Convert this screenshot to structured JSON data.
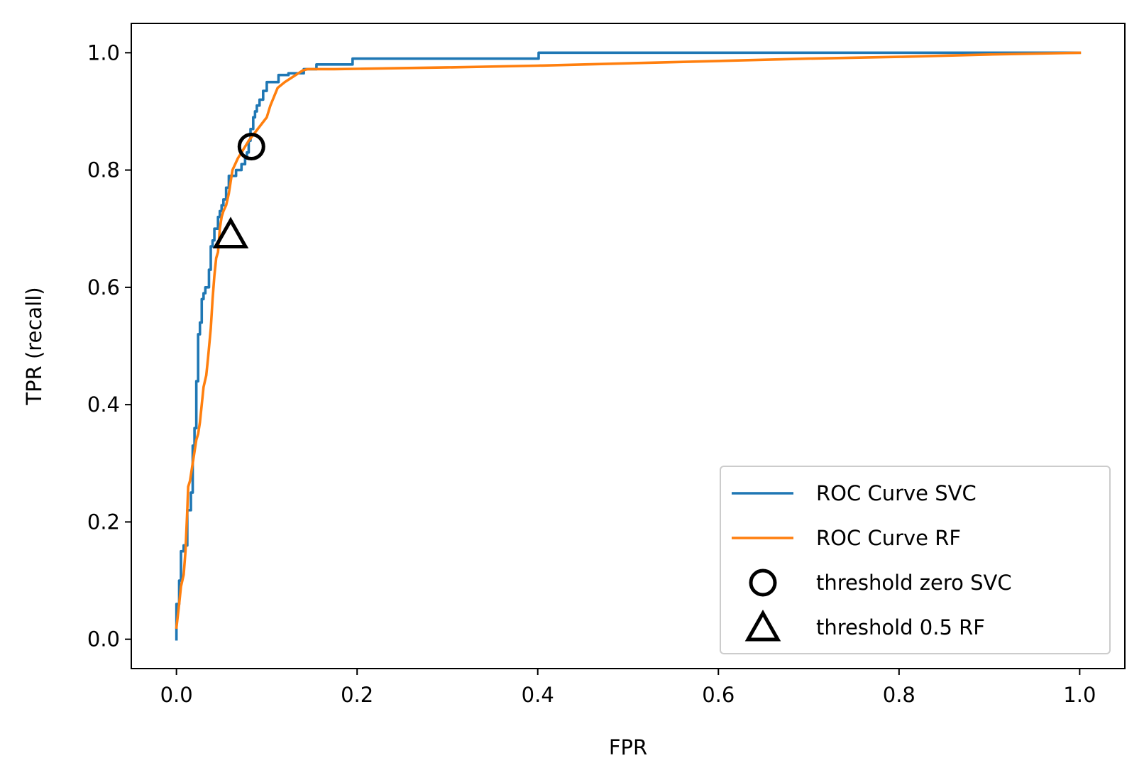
{
  "chart_data": {
    "type": "line",
    "title": "",
    "xlabel": "FPR",
    "ylabel": "TPR (recall)",
    "xlim": [
      -0.05,
      1.05
    ],
    "ylim": [
      -0.05,
      1.05
    ],
    "xticks": [
      0.0,
      0.2,
      0.4,
      0.6,
      0.8,
      1.0
    ],
    "xtick_labels": [
      "0.0",
      "0.2",
      "0.4",
      "0.6",
      "0.8",
      "1.0"
    ],
    "yticks": [
      0.0,
      0.2,
      0.4,
      0.6,
      0.8,
      1.0
    ],
    "ytick_labels": [
      "0.0",
      "0.2",
      "0.4",
      "0.6",
      "0.8",
      "1.0"
    ],
    "grid": false,
    "legend_position": "lower right",
    "series": [
      {
        "name": "ROC Curve SVC",
        "kind": "line",
        "color": "#1f77b4",
        "x": [
          0.0,
          0.0,
          0.003,
          0.003,
          0.005,
          0.005,
          0.008,
          0.008,
          0.012,
          0.012,
          0.016,
          0.016,
          0.018,
          0.018,
          0.02,
          0.02,
          0.022,
          0.022,
          0.024,
          0.024,
          0.026,
          0.026,
          0.028,
          0.028,
          0.03,
          0.03,
          0.032,
          0.032,
          0.036,
          0.036,
          0.038,
          0.038,
          0.04,
          0.04,
          0.042,
          0.042,
          0.046,
          0.046,
          0.048,
          0.048,
          0.05,
          0.05,
          0.052,
          0.052,
          0.055,
          0.055,
          0.058,
          0.058,
          0.062,
          0.062,
          0.066,
          0.066,
          0.072,
          0.072,
          0.076,
          0.076,
          0.078,
          0.078,
          0.08,
          0.08,
          0.082,
          0.082,
          0.085,
          0.085,
          0.087,
          0.087,
          0.089,
          0.089,
          0.092,
          0.092,
          0.096,
          0.096,
          0.1,
          0.1,
          0.113,
          0.113,
          0.124,
          0.124,
          0.141,
          0.141,
          0.155,
          0.155,
          0.195,
          0.195,
          0.401,
          0.401,
          0.885,
          0.885,
          1.0
        ],
        "y": [
          0.0,
          0.06,
          0.06,
          0.1,
          0.1,
          0.15,
          0.15,
          0.16,
          0.16,
          0.22,
          0.22,
          0.25,
          0.25,
          0.33,
          0.33,
          0.36,
          0.36,
          0.44,
          0.44,
          0.52,
          0.52,
          0.54,
          0.54,
          0.58,
          0.58,
          0.59,
          0.59,
          0.6,
          0.6,
          0.63,
          0.63,
          0.67,
          0.67,
          0.68,
          0.68,
          0.7,
          0.7,
          0.72,
          0.72,
          0.73,
          0.73,
          0.74,
          0.74,
          0.75,
          0.75,
          0.77,
          0.77,
          0.79,
          0.79,
          0.79,
          0.79,
          0.8,
          0.8,
          0.81,
          0.81,
          0.82,
          0.82,
          0.83,
          0.83,
          0.85,
          0.85,
          0.87,
          0.87,
          0.89,
          0.89,
          0.9,
          0.9,
          0.91,
          0.91,
          0.92,
          0.92,
          0.935,
          0.935,
          0.95,
          0.95,
          0.962,
          0.962,
          0.965,
          0.965,
          0.972,
          0.972,
          0.98,
          0.98,
          0.99,
          0.99,
          1.0,
          1.0,
          1.0,
          1.0
        ]
      },
      {
        "name": "ROC Curve RF",
        "kind": "line",
        "color": "#ff7f0e",
        "x": [
          0.0,
          0.003,
          0.005,
          0.008,
          0.01,
          0.012,
          0.013,
          0.015,
          0.017,
          0.019,
          0.022,
          0.024,
          0.026,
          0.028,
          0.03,
          0.033,
          0.035,
          0.038,
          0.04,
          0.042,
          0.044,
          0.046,
          0.048,
          0.05,
          0.052,
          0.055,
          0.058,
          0.062,
          0.065,
          0.068,
          0.072,
          0.076,
          0.08,
          0.085,
          0.09,
          0.095,
          0.1,
          0.104,
          0.108,
          0.112,
          0.116,
          0.12,
          0.125,
          0.13,
          0.135,
          0.14,
          0.145,
          0.175,
          0.3,
          0.4,
          0.5,
          0.6,
          0.7,
          0.8,
          0.9,
          1.0
        ],
        "y": [
          0.02,
          0.06,
          0.09,
          0.11,
          0.15,
          0.22,
          0.26,
          0.27,
          0.29,
          0.31,
          0.34,
          0.35,
          0.37,
          0.4,
          0.43,
          0.45,
          0.48,
          0.53,
          0.58,
          0.62,
          0.65,
          0.66,
          0.7,
          0.72,
          0.73,
          0.74,
          0.76,
          0.8,
          0.81,
          0.82,
          0.83,
          0.84,
          0.85,
          0.86,
          0.87,
          0.88,
          0.89,
          0.91,
          0.925,
          0.94,
          0.945,
          0.95,
          0.955,
          0.96,
          0.965,
          0.97,
          0.972,
          0.972,
          0.975,
          0.978,
          0.982,
          0.986,
          0.99,
          0.993,
          0.997,
          1.0
        ]
      },
      {
        "name": "threshold zero SVC",
        "kind": "marker",
        "marker": "circle",
        "color": "#000000",
        "x": [
          0.083
        ],
        "y": [
          0.84
        ]
      },
      {
        "name": "threshold 0.5 RF",
        "kind": "marker",
        "marker": "triangle",
        "color": "#000000",
        "x": [
          0.06
        ],
        "y": [
          0.69
        ]
      }
    ]
  }
}
